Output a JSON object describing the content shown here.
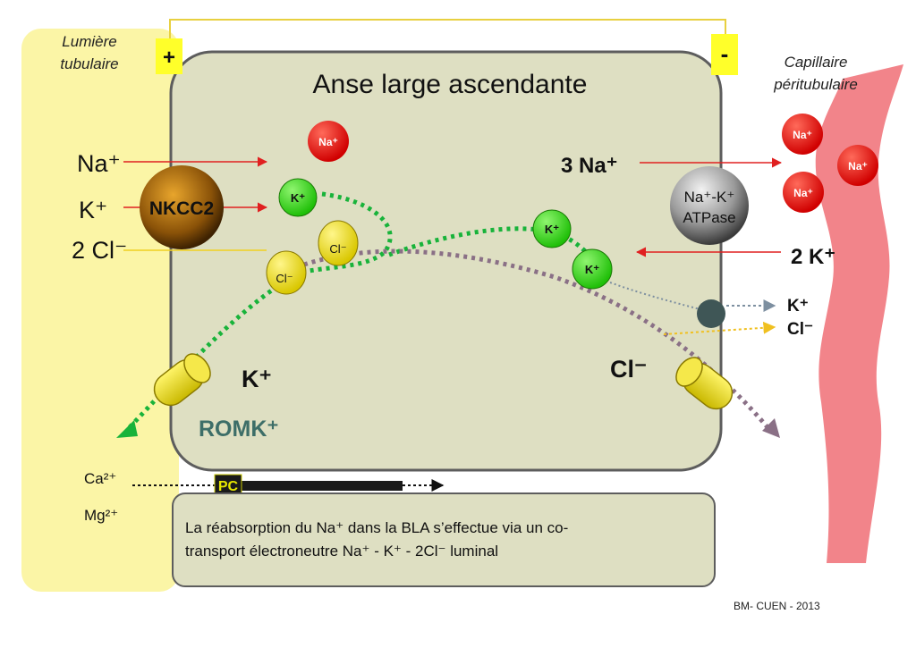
{
  "title": "Anse large ascendante",
  "lumen": {
    "line1": "Lumière",
    "line2": "tubulaire"
  },
  "capillary": {
    "line1": "Capillaire",
    "line2": "péritubulaire"
  },
  "poles": {
    "plus": "+",
    "minus": "-"
  },
  "transporters": {
    "nkcc2": "NKCC2",
    "atpase": {
      "line1": "Na⁺-K⁺",
      "line2": "ATPase"
    },
    "romk": "ROMK⁺",
    "pc": "PC"
  },
  "ions": {
    "na": "Na⁺",
    "k": "K⁺",
    "cl": "Cl⁻",
    "two_cl": "2 Cl⁻",
    "three_na": "3 Na⁺",
    "two_k": "2 K⁺",
    "ca": "Ca²⁺",
    "mg": "Mg²⁺"
  },
  "note": {
    "line1": "La réabsorption du  Na⁺ dans la BLA s’effectue via un co-",
    "line2": "transport électroneutre Na⁺ - K⁺ - 2Cl⁻ luminal"
  },
  "credit": "BM- CUEN - 2013",
  "colors": {
    "lumen": "#fbf5a6",
    "cell": "#dedfc2",
    "cell_border": "#5d5d5d",
    "capillary": "#f2848a",
    "na_ball": "#e60000",
    "k_ball": "#2fd80c",
    "cl_ball": "#e6da1b",
    "green_path": "#18b33a",
    "purple_path": "#8a7086",
    "romk_text": "#3d6e68",
    "arrow_red": "#e02020"
  }
}
